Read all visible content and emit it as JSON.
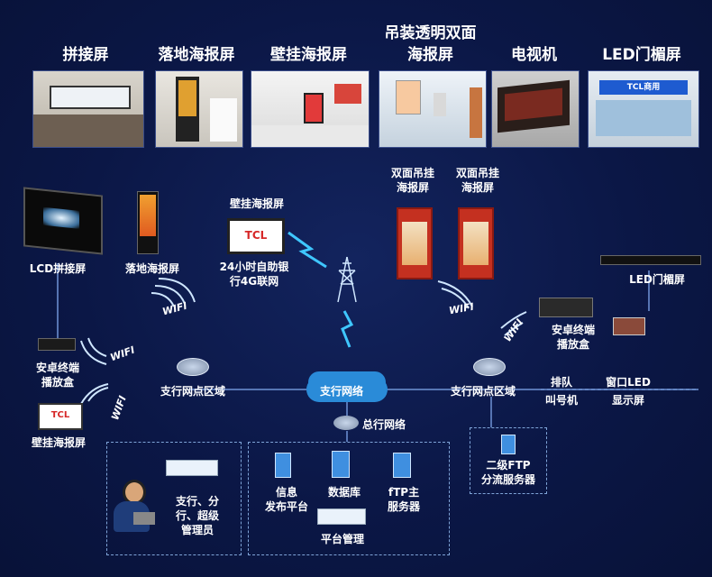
{
  "top_row": {
    "splice_screen": "拼接屏",
    "floor_poster": "落地海报屏",
    "wall_poster": "壁挂海报屏",
    "hanging_poster_line1": "吊装透明双面",
    "hanging_poster_line2": "海报屏",
    "tv": "电视机",
    "led_header": "LED门楣屏",
    "photo_brand_text": "TCL商用"
  },
  "left_branch": {
    "lcd_splice": "LCD拼接屏",
    "floor_poster": "落地海报屏",
    "android_box_line1": "安卓终端",
    "android_box_line2": "播放盒",
    "wall_poster": "壁挂海报屏",
    "wall_poster_logo": "TCL",
    "zone_label": "支行网点区域"
  },
  "center": {
    "atm_wall_poster": "壁挂海报屏",
    "atm_poster_logo": "TCL",
    "atm_line1": "24小时自助银",
    "atm_line2": "行4G联网",
    "cloud_label": "支行网络",
    "hq_network": "总行网络"
  },
  "right_branch": {
    "double_hang_1_line1": "双面吊挂",
    "double_hang_1_line2": "海报屏",
    "double_hang_2_line1": "双面吊挂",
    "double_hang_2_line2": "海报屏",
    "led_header": "LED门楣屏",
    "android_box_line1": "安卓终端",
    "android_box_line2": "播放盒",
    "zone_label": "支行网点区域",
    "queue_line1": "排队",
    "queue_line2": "叫号机",
    "window_led_line1": "窗口LED",
    "window_led_line2": "显示屏",
    "ftp_line1": "二级FTP",
    "ftp_line2": "分流服务器"
  },
  "bottom": {
    "admin_line1": "支行、分",
    "admin_line2": "行、超级",
    "admin_line3": "管理员",
    "info_line1": "信息",
    "info_line2": "发布平台",
    "database": "数据库",
    "ftp_line1": "fTP主",
    "ftp_line2": "服务器",
    "platform_mgmt": "平台管理"
  },
  "wifi_label": "WIFI",
  "colors": {
    "background": "#0b1746",
    "line": "#6f93d6",
    "dashed_box": "#7fa4d8",
    "cloud": "#2a8bd8",
    "accent_red": "#d62828"
  }
}
